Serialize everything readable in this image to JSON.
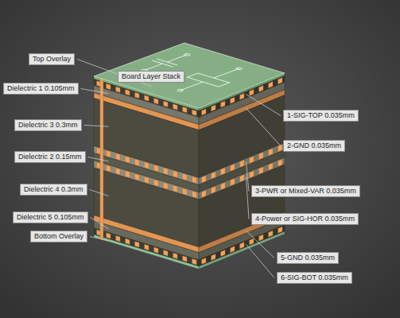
{
  "diagram": {
    "nodes": [
      {
        "text": [
          "Top Overlay"
        ]
      },
      {
        "text": [
          "Board Layer Stack"
        ]
      },
      {
        "text": [
          "Dielectric 1 0.105mm"
        ]
      },
      {
        "text": [
          "1-SIG-TOP 0.035mm"
        ]
      },
      {
        "text": [
          "Dielectric 3 0.3mm"
        ]
      },
      {
        "text": [
          "2-GND 0.035mm"
        ]
      },
      {
        "text": [
          "Dielectric 2 0.15mm"
        ]
      },
      {
        "text": [
          "Dielectric 4 0.3mm"
        ]
      },
      {
        "text": [
          "3-PWR or Mixed-VAR 0.035mm"
        ]
      },
      {
        "text": [
          "Dielectric 5 0.105mm"
        ]
      },
      {
        "text": [
          "4-Power or SIG-HOR 0.035mm"
        ]
      },
      {
        "text": [
          "Bottom Overlay"
        ]
      },
      {
        "text": [
          "5-GND 0.035mm"
        ]
      },
      {
        "text": [
          "6-SIG-BOT 0.035mm"
        ]
      }
    ]
  }
}
